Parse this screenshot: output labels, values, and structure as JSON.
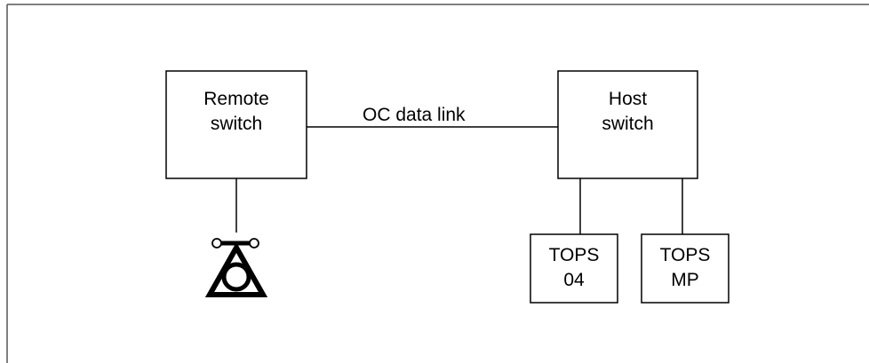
{
  "diagram": {
    "nodes": {
      "remote_switch": {
        "line1": "Remote",
        "line2": "switch"
      },
      "host_switch": {
        "line1": "Host",
        "line2": "switch"
      },
      "tops_04": {
        "line1": "TOPS",
        "line2": "04"
      },
      "tops_mp": {
        "line1": "TOPS",
        "line2": "MP"
      }
    },
    "links": {
      "oc_data_link": "OC data link"
    },
    "icons": {
      "operator": "operator-headset-icon"
    },
    "colors": {
      "line": "#000000",
      "background": "#ffffff"
    }
  }
}
